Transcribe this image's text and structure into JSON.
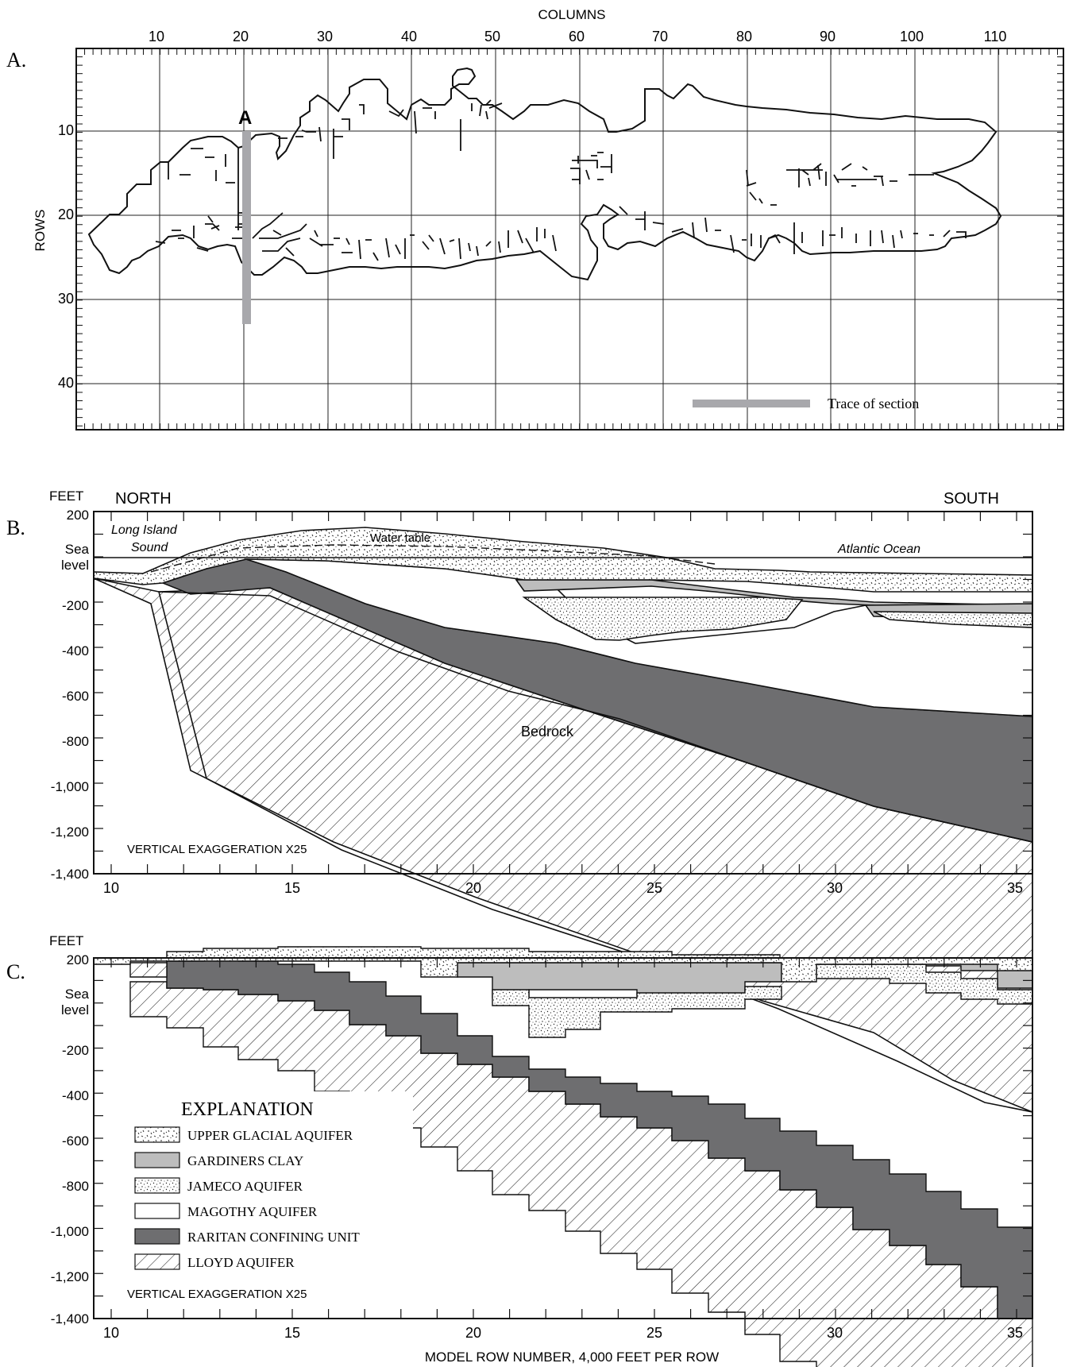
{
  "panel_a": {
    "letter": "A.",
    "columns_title": "COLUMNS",
    "rows_title": "ROWS",
    "column_ticks": [
      "10",
      "20",
      "30",
      "40",
      "50",
      "60",
      "70",
      "80",
      "90",
      "100",
      "110"
    ],
    "row_ticks": [
      "10",
      "20",
      "30",
      "40"
    ],
    "section_label": "A",
    "legend_label": "Trace of section"
  },
  "panel_b": {
    "letter": "B.",
    "feet_label": "FEET",
    "north_label": "NORTH",
    "south_label": "SOUTH",
    "y_ticks": [
      "200",
      "Sea",
      "level",
      "-200",
      "-400",
      "-600",
      "-800",
      "-1,000",
      "-1,200",
      "-1,400"
    ],
    "x_ticks": [
      "10",
      "15",
      "20",
      "25",
      "30",
      "35"
    ],
    "long_island_1": "Long  Island",
    "long_island_2": "Sound",
    "water_table": "Water table",
    "atlantic": "Atlantic  Ocean",
    "bedrock": "Bedrock",
    "exaggeration": "VERTICAL EXAGGERATION X25"
  },
  "panel_c": {
    "letter": "C.",
    "feet_label": "FEET",
    "y_ticks": [
      "200",
      "Sea",
      "level",
      "-200",
      "-400",
      "-600",
      "-800",
      "-1,000",
      "-1,200",
      "-1,400"
    ],
    "x_ticks": [
      "10",
      "15",
      "20",
      "25",
      "30",
      "35"
    ],
    "exaggeration": "VERTICAL EXAGGERATION X25",
    "x_axis_title": "MODEL ROW NUMBER, 4,000 FEET PER ROW"
  },
  "explanation": {
    "title": "EXPLANATION",
    "items": [
      {
        "label": "UPPER GLACIAL AQUIFER",
        "swatch": "glacial"
      },
      {
        "label": "GARDINERS CLAY",
        "swatch": "gardiners"
      },
      {
        "label": "JAMECO AQUIFER",
        "swatch": "jameco"
      },
      {
        "label": "MAGOTHY AQUIFER",
        "swatch": "magothy"
      },
      {
        "label": "RARITAN CONFINING UNIT",
        "swatch": "raritan"
      },
      {
        "label": "LLOYD AQUIFER",
        "swatch": "lloyd"
      }
    ]
  },
  "colors": {
    "gardiners": "#bdbdbd",
    "raritan": "#6e6e70",
    "section_trace": "#a8a8ac",
    "line": "#111111"
  }
}
